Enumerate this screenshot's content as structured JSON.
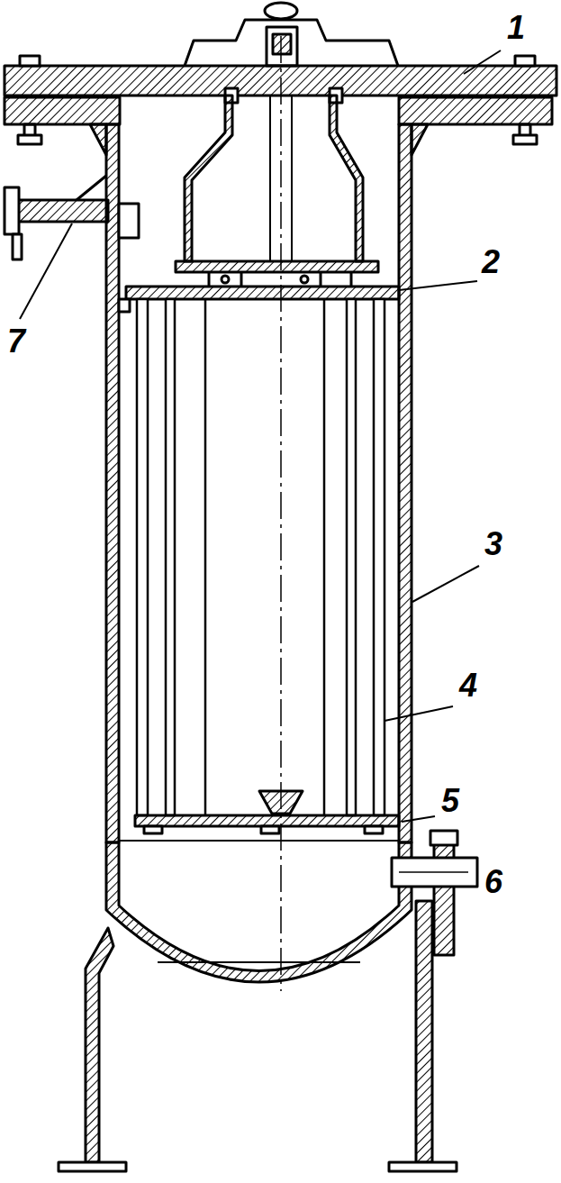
{
  "diagram": {
    "labels": [
      "1",
      "2",
      "7",
      "3",
      "4",
      "5",
      "6"
    ]
  }
}
